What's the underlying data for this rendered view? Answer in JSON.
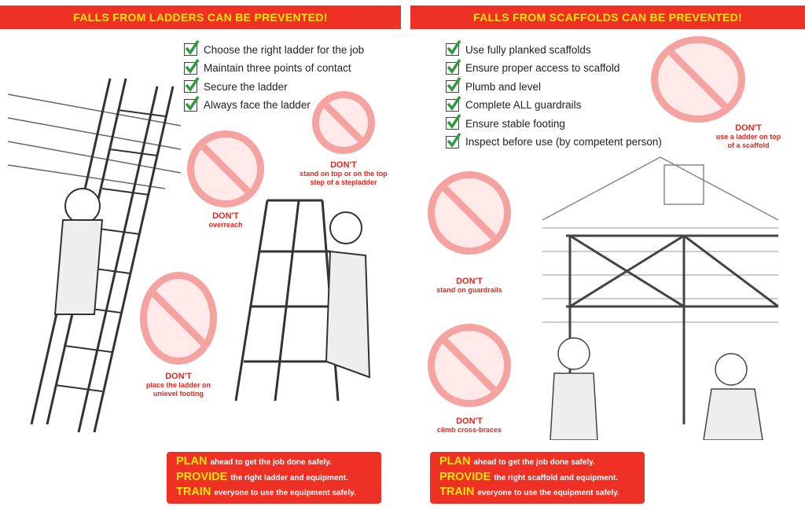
{
  "left": {
    "title": "FALLS FROM LADDERS CAN BE PREVENTED!",
    "checklist": [
      "Choose the right ladder for the job",
      "Maintain three points of contact",
      "Secure the ladder",
      "Always face the ladder"
    ],
    "donts": [
      {
        "label": "DON'T",
        "text": "overreach"
      },
      {
        "label": "DON'T",
        "text": "stand on top or on the top step of a stepladder"
      },
      {
        "label": "DON'T",
        "text": "place the ladder on unlevel footing"
      }
    ],
    "plan": [
      {
        "key": "PLAN",
        "text": "ahead to get the job done safely."
      },
      {
        "key": "PROVIDE",
        "text": "the right ladder and equipment."
      },
      {
        "key": "TRAIN",
        "text": "everyone to use the equipment safely."
      }
    ]
  },
  "right": {
    "title": "FALLS FROM SCAFFOLDS CAN BE PREVENTED!",
    "checklist": [
      "Use fully planked scaffolds",
      "Ensure proper access to scaffold",
      "Plumb and level",
      "Complete ALL guardrails",
      "Ensure stable footing",
      "Inspect before use (by competent person)"
    ],
    "donts": [
      {
        "label": "DON'T",
        "text": "use a ladder on top of a scaffold"
      },
      {
        "label": "DON'T",
        "text": "stand on guardrails"
      },
      {
        "label": "DON'T",
        "text": "climb cross-braces"
      }
    ],
    "plan": [
      {
        "key": "PLAN",
        "text": "ahead to get the job done safely."
      },
      {
        "key": "PROVIDE",
        "text": "the right scaffold and equipment."
      },
      {
        "key": "TRAIN",
        "text": "everyone to use the equipment safely."
      }
    ]
  },
  "colors": {
    "red": "#ee3124",
    "yellow": "#ffe600",
    "check": "#2e9a3e"
  }
}
